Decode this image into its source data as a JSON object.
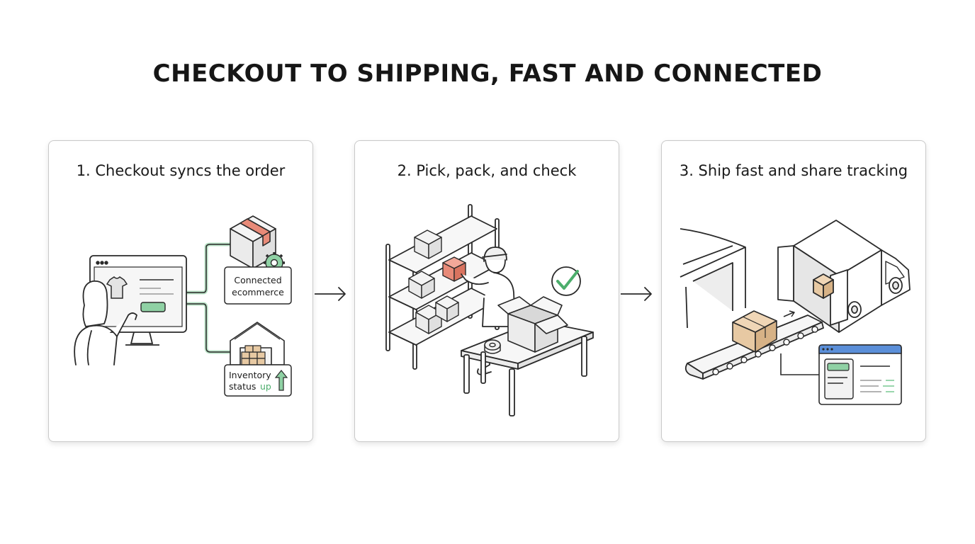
{
  "title": "CHECKOUT TO SHIPPING, FAST AND CONNECTED",
  "steps": [
    {
      "title": "1. Checkout syncs the order",
      "labels": {
        "connected_line1": "Connected",
        "connected_line2": "ecommerce",
        "inventory_line1": "Inventory",
        "inventory_line2a": "status",
        "inventory_line2b": "up"
      }
    },
    {
      "title": "2. Pick, pack, and check"
    },
    {
      "title": "3. Ship fast and share tracking"
    }
  ],
  "colors": {
    "accent_green": "#4cae6c",
    "box_tan": "#e7c9a3",
    "box_red": "#e88a78",
    "browser_blue": "#5b8fd9"
  },
  "icons": [
    "browser-window-icon",
    "tshirt-icon",
    "package-box-icon",
    "gear-icon",
    "warehouse-icon",
    "up-arrow-icon",
    "shelf-icon",
    "worker-icon",
    "checkmark-icon",
    "open-box-icon",
    "tape-roll-icon",
    "truck-icon",
    "conveyor-icon",
    "tracking-window-icon",
    "arrow-right-icon"
  ]
}
